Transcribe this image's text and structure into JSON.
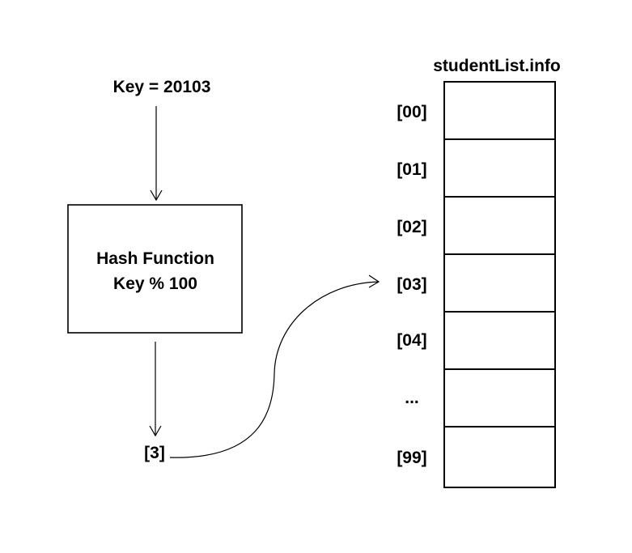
{
  "input_key": "Key = 20103",
  "hash_function": {
    "title": "Hash Function",
    "formula": "Key % 100"
  },
  "result": "[3]",
  "table": {
    "title": "studentList.info",
    "slots": [
      "[00]",
      "[01]",
      "[02]",
      "[03]",
      "[04]",
      "...",
      "[99]"
    ],
    "highlighted_slot": "[03]"
  }
}
